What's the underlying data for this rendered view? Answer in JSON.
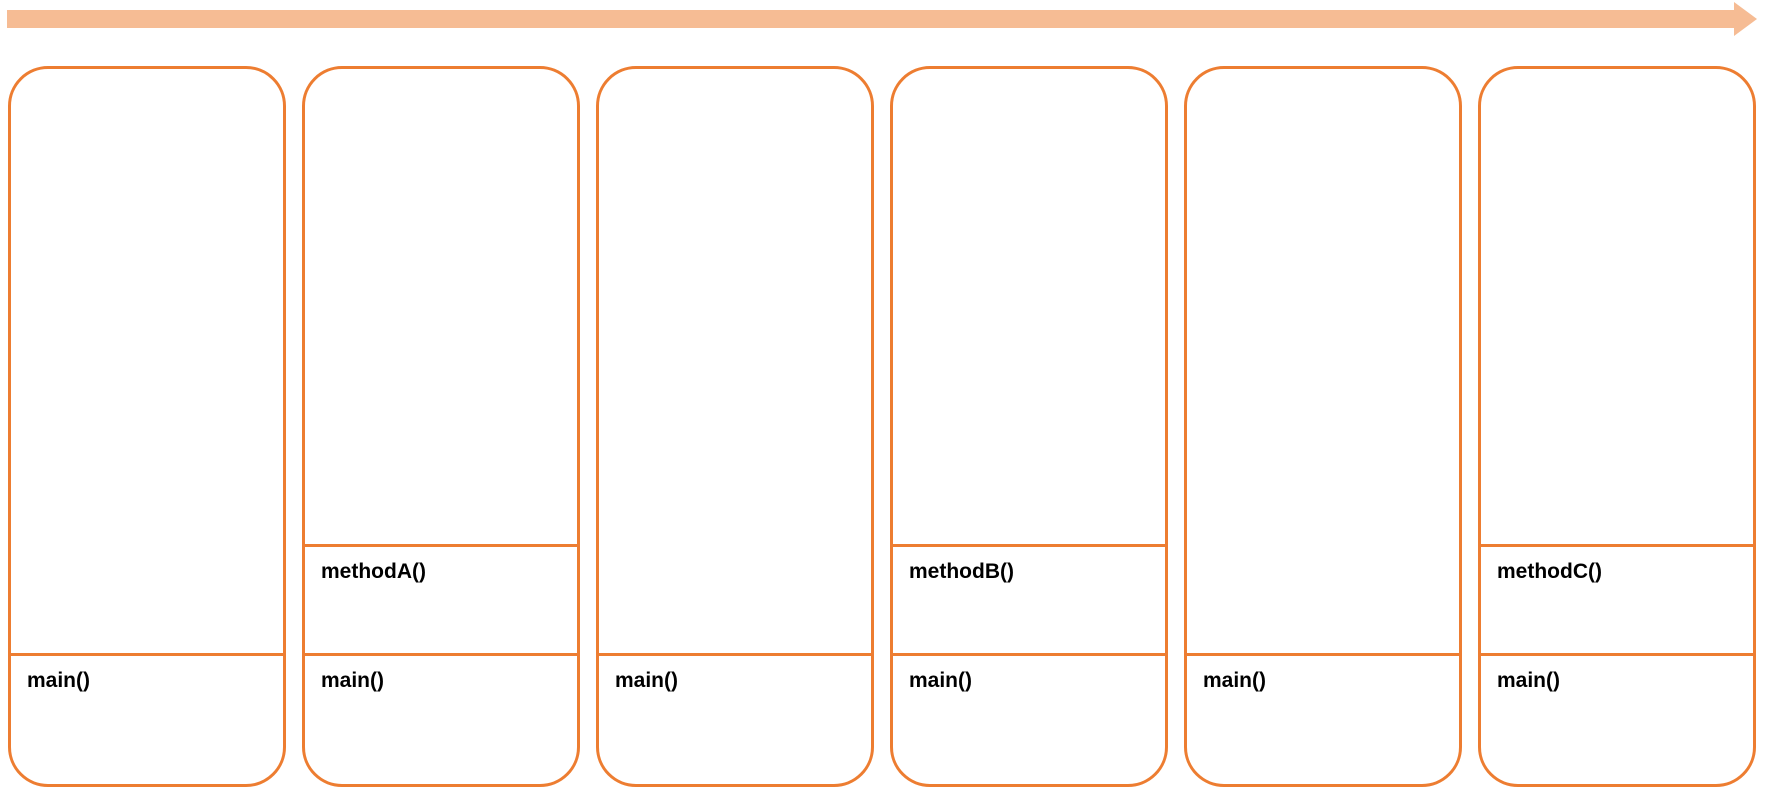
{
  "colors": {
    "frame_border": "#ED7D31",
    "arrow_fill": "#F6BC94",
    "text": "#000000"
  },
  "timeline": {
    "direction": "right"
  },
  "panels": [
    {
      "frames": [
        {
          "label": "main()"
        }
      ]
    },
    {
      "frames": [
        {
          "label": "methodA()"
        },
        {
          "label": "main()"
        }
      ]
    },
    {
      "frames": [
        {
          "label": "main()"
        }
      ]
    },
    {
      "frames": [
        {
          "label": "methodB()"
        },
        {
          "label": "main()"
        }
      ]
    },
    {
      "frames": [
        {
          "label": "main()"
        }
      ]
    },
    {
      "frames": [
        {
          "label": "methodC()"
        },
        {
          "label": "main()"
        }
      ]
    }
  ]
}
